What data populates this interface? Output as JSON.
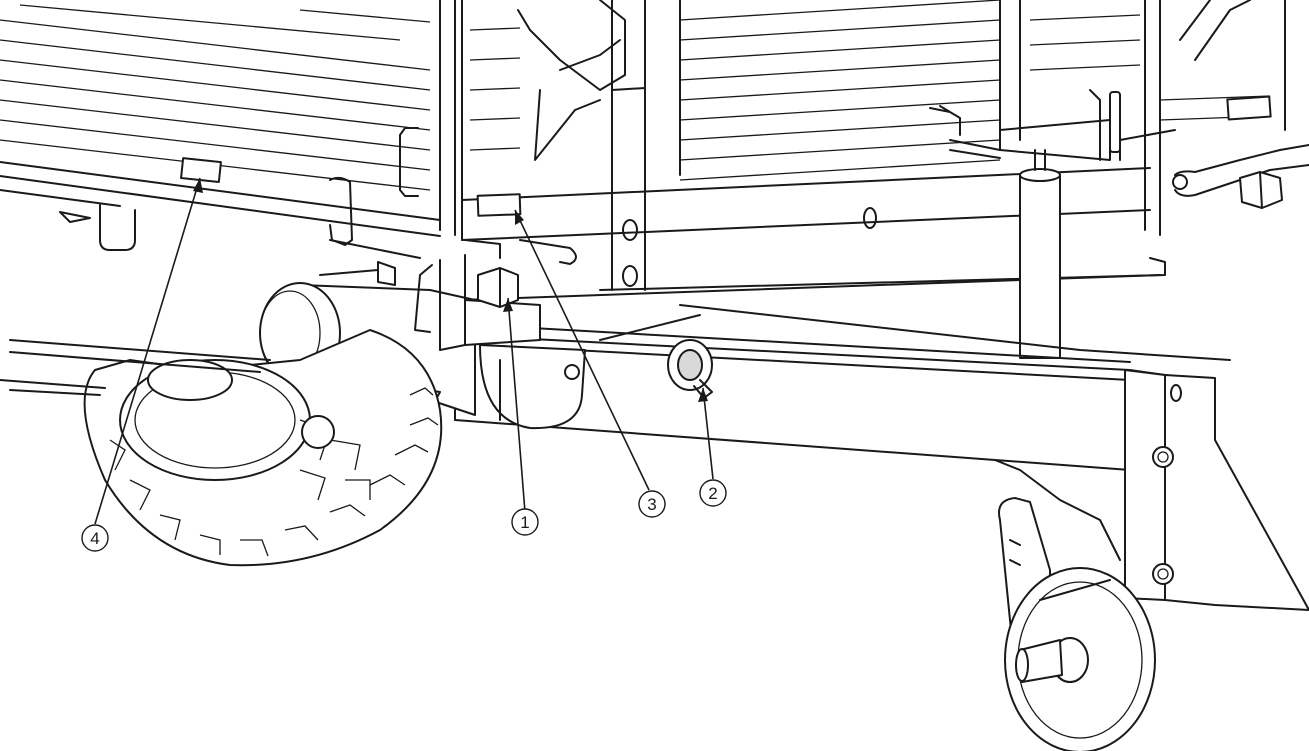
{
  "figure": {
    "callouts": [
      {
        "id": "callout-1",
        "label": "1"
      },
      {
        "id": "callout-2",
        "label": "2"
      },
      {
        "id": "callout-3",
        "label": "3"
      },
      {
        "id": "callout-4",
        "label": "4"
      }
    ],
    "colors": {
      "ink": "#1a1a1a",
      "background": "#ffffff",
      "shade": "#d9d9d9"
    }
  }
}
